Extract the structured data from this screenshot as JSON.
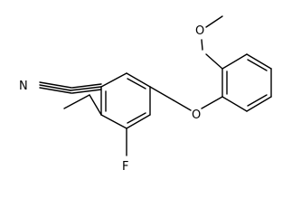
{
  "atoms": {
    "nitrile_n": "N",
    "ether_o": "O",
    "methoxy_o": "O",
    "fluorine": "F"
  }
}
